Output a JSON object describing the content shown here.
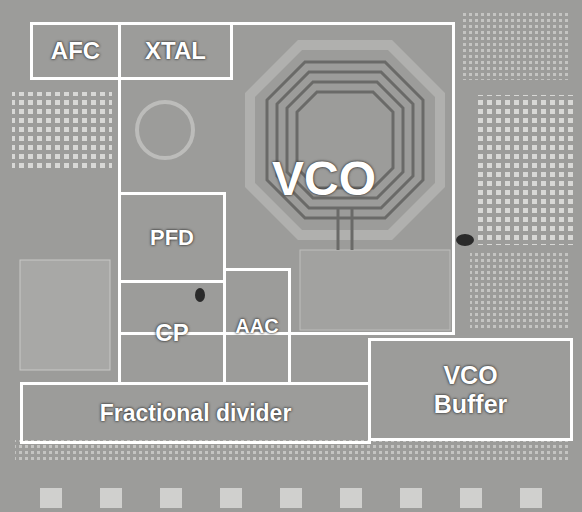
{
  "diagram": {
    "nodes": [
      {
        "text": [
          "AFC"
        ]
      },
      {
        "text": [
          "XTAL"
        ]
      },
      {
        "text": [
          "VCO"
        ]
      },
      {
        "text": [
          "PFD"
        ]
      },
      {
        "text": [
          "CP"
        ]
      },
      {
        "text": [
          "AAC"
        ]
      },
      {
        "text": [
          "Fractional divider"
        ]
      },
      {
        "text": [
          "VCO Buffer"
        ]
      }
    ]
  }
}
